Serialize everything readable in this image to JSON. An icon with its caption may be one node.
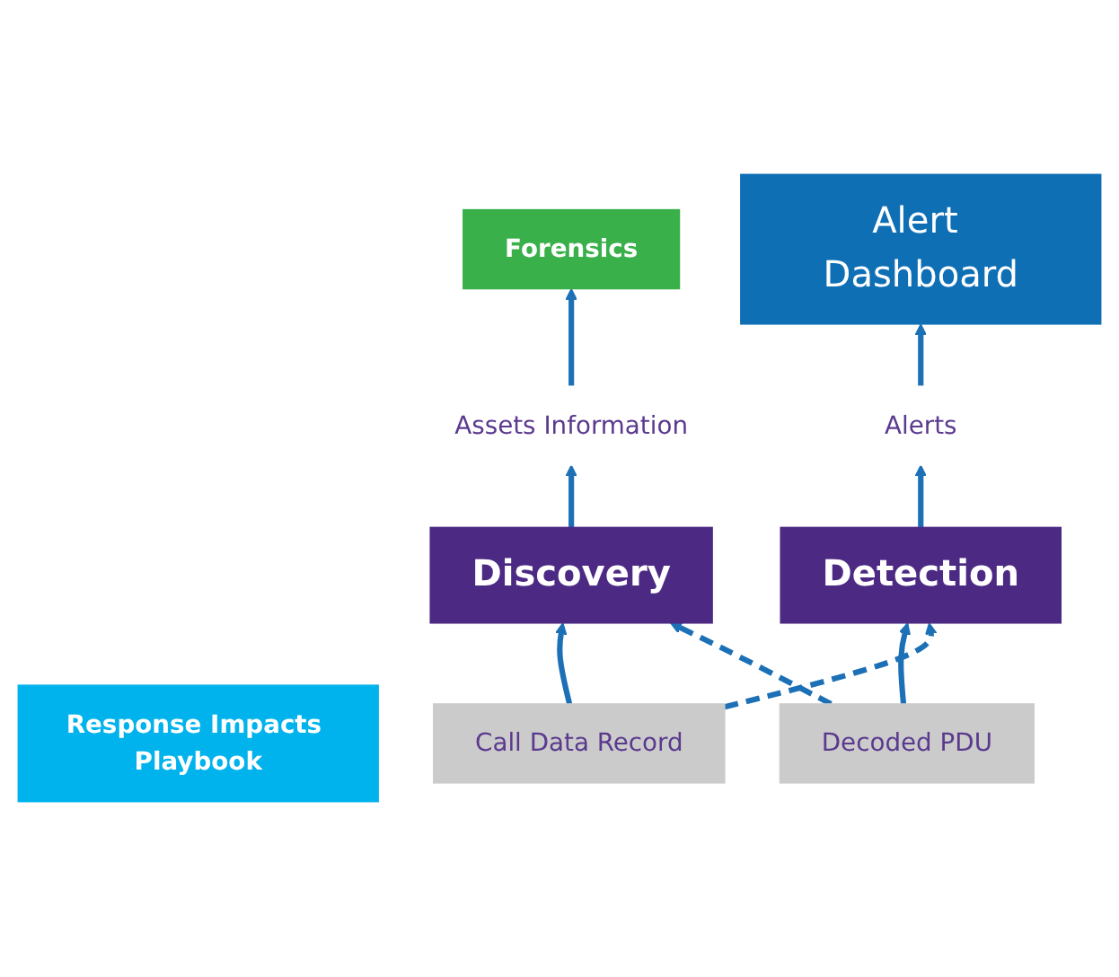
{
  "diagram": {
    "nodes": [
      {
        "text": [
          "Alert Dashboard"
        ]
      },
      {
        "text": [
          "Forensics"
        ]
      },
      {
        "text": [
          "Response Impacts Playbook"
        ]
      },
      {
        "text": [
          "Assets Information"
        ]
      },
      {
        "text": [
          "Alerts"
        ]
      },
      {
        "text": [
          "Discovery"
        ]
      },
      {
        "text": [
          "Detection"
        ]
      },
      {
        "text": [
          "Call Data Record"
        ]
      },
      {
        "text": [
          "Decoded PDU"
        ]
      }
    ],
    "edges": [
      {
        "from": 3,
        "to": 1,
        "arrow": "to"
      },
      {
        "from": 4,
        "to": 0,
        "arrow": "to"
      },
      {
        "from": 5,
        "to": 3,
        "arrow": "to"
      },
      {
        "from": 6,
        "to": 4,
        "arrow": "to"
      },
      {
        "from": 7,
        "to": 5,
        "arrow": "to"
      },
      {
        "from": 8,
        "to": 6,
        "arrow": "to"
      },
      {
        "from": 7,
        "to": 6,
        "arrow": "to",
        "style": "dashed"
      },
      {
        "from": 8,
        "to": 5,
        "arrow": "to",
        "style": "dashed"
      }
    ]
  }
}
